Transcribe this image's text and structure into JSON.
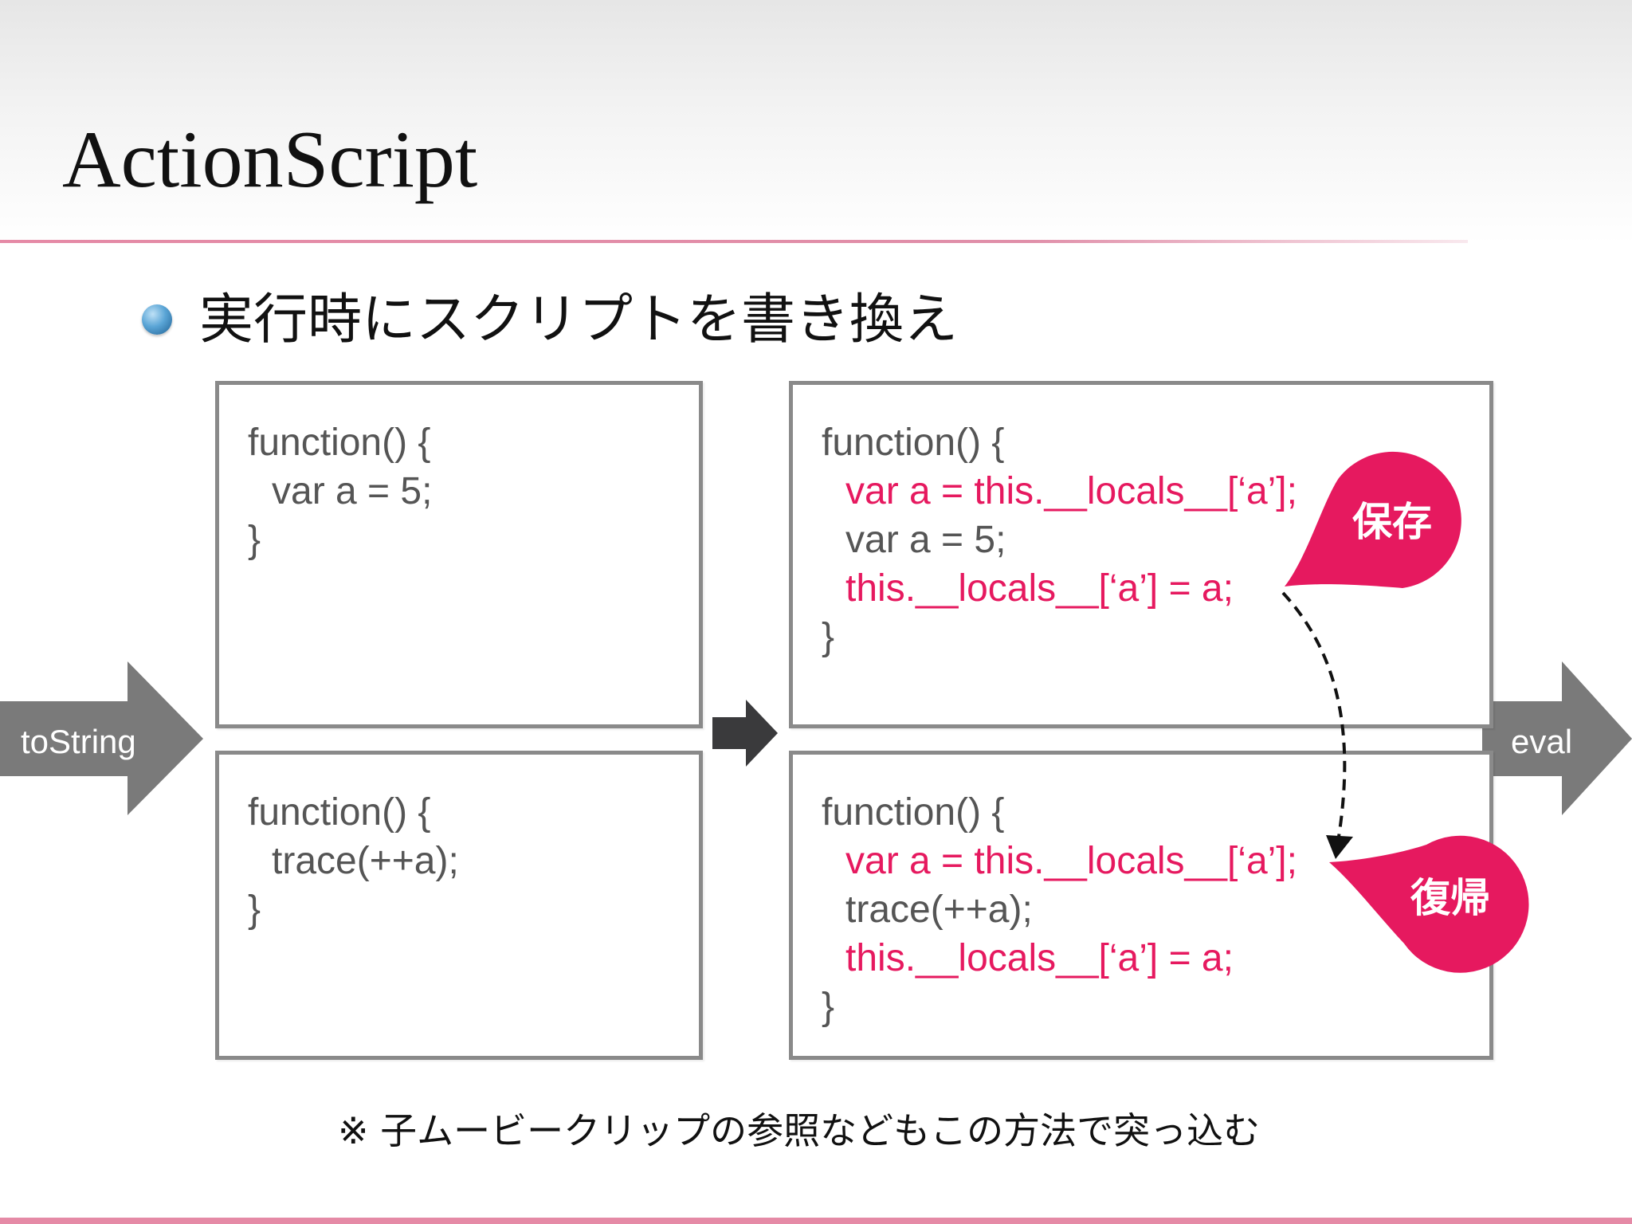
{
  "slide": {
    "title": "ActionScript",
    "bullet": "実行時にスクリプトを書き換え",
    "footnote": "※ 子ムービークリップの参照などもこの方法で突っ込む"
  },
  "arrows": {
    "left_label": "toString",
    "right_label": "eval"
  },
  "boxes": {
    "top_left": [
      {
        "text": "function() {",
        "indent": false,
        "highlight": false
      },
      {
        "text": "var a = 5;",
        "indent": true,
        "highlight": false
      },
      {
        "text": "}",
        "indent": false,
        "highlight": false
      }
    ],
    "bottom_left": [
      {
        "text": "function() {",
        "indent": false,
        "highlight": false
      },
      {
        "text": "trace(++a);",
        "indent": true,
        "highlight": false
      },
      {
        "text": "}",
        "indent": false,
        "highlight": false
      }
    ],
    "top_right": [
      {
        "text": "function() {",
        "indent": false,
        "highlight": false
      },
      {
        "text": "var a = this.__locals__[‘a’];",
        "indent": true,
        "highlight": true
      },
      {
        "text": "var a = 5;",
        "indent": true,
        "highlight": false
      },
      {
        "text": "this.__locals__[‘a’] = a;",
        "indent": true,
        "highlight": true
      },
      {
        "text": "}",
        "indent": false,
        "highlight": false
      }
    ],
    "bottom_right": [
      {
        "text": "function() {",
        "indent": false,
        "highlight": false
      },
      {
        "text": "var a = this.__locals__[‘a’];",
        "indent": true,
        "highlight": true
      },
      {
        "text": "trace(++a);",
        "indent": true,
        "highlight": false
      },
      {
        "text": "this.__locals__[‘a’] = a;",
        "indent": true,
        "highlight": true
      },
      {
        "text": "}",
        "indent": false,
        "highlight": false
      }
    ]
  },
  "callouts": {
    "save": "保存",
    "restore": "復帰"
  },
  "colors": {
    "accent": "#e6195f",
    "arrow": "#7a7a7a",
    "code": "#555555",
    "rule": "#e58aa6"
  }
}
